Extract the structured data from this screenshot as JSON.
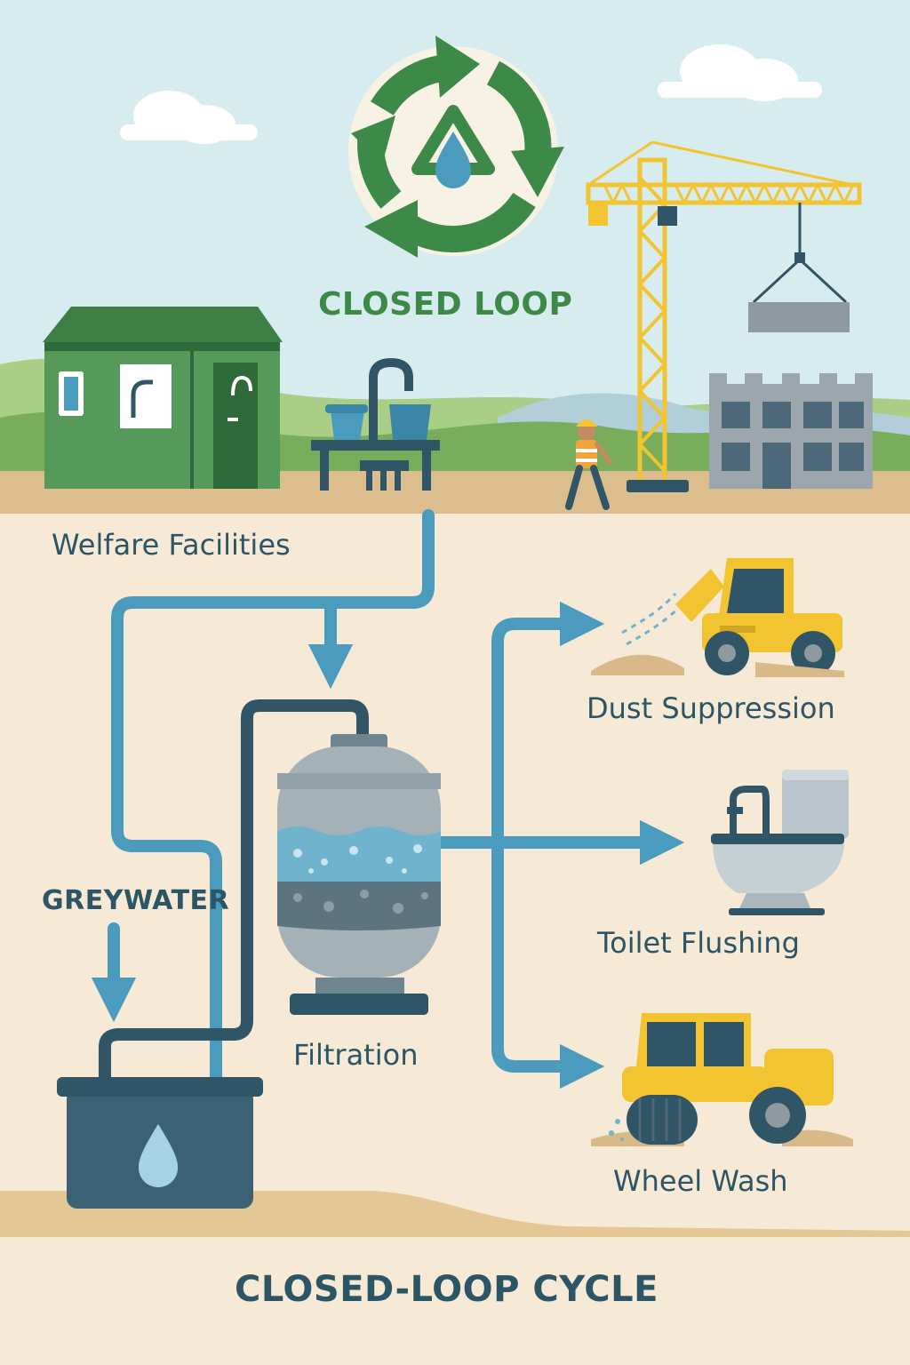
{
  "loop_title": "CLOSED LOOP",
  "labels": {
    "welfare": "Welfare Facilities",
    "greywater": "GREYWATER",
    "filtration": "Filtration",
    "dust": "Dust Suppression",
    "toilet": "Toilet Flushing",
    "wheel": "Wheel Wash"
  },
  "cycle_title": "CLOSED-LOOP CYCLE",
  "colors": {
    "sky": "#d6ecee",
    "ground": "#f6ead6",
    "pipe": "#4a9bbd",
    "pipe_dark": "#2f5566",
    "recycle_green": "#3d8a48",
    "crane_yellow": "#f2c431",
    "text_navy": "#2c5566"
  },
  "icons": [
    "recycle-icon",
    "water-drop-icon",
    "crane-icon",
    "cabin-icon",
    "wash-station-icon",
    "worker-icon",
    "building-icon",
    "filter-tank-icon",
    "storage-tank-icon",
    "dust-truck-icon",
    "toilet-icon",
    "wheel-wash-machine-icon"
  ]
}
